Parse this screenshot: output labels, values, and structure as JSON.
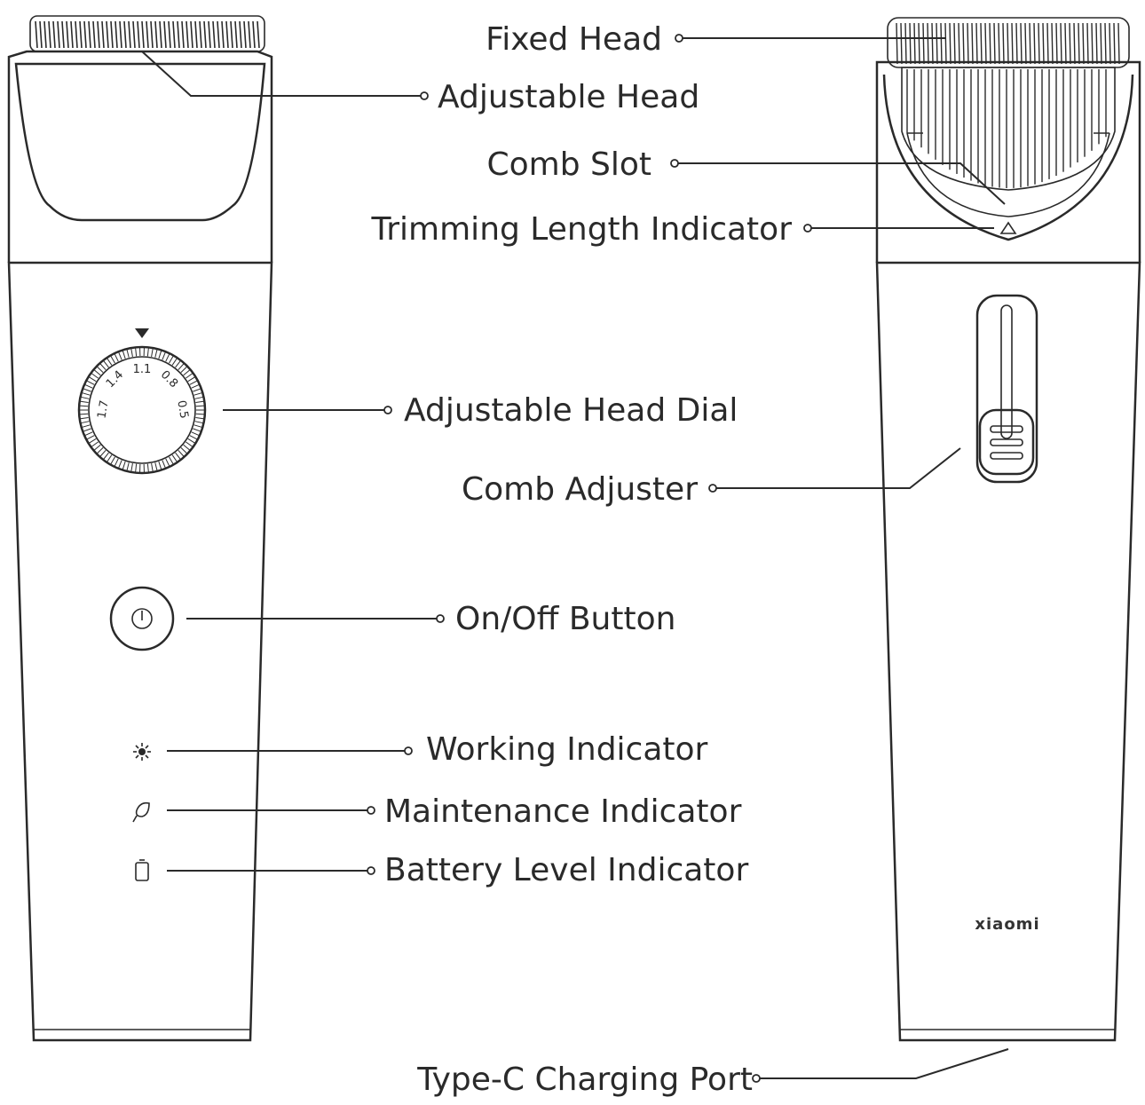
{
  "labels": {
    "fixed_head": "Fixed Head",
    "adjustable_head": "Adjustable Head",
    "comb_slot": "Comb Slot",
    "trimming_length_indicator": "Trimming Length Indicator",
    "adjustable_head_dial": "Adjustable Head Dial",
    "comb_adjuster": "Comb Adjuster",
    "on_off_button": "On/Off Button",
    "working_indicator": "Working Indicator",
    "maintenance_indicator": "Maintenance Indicator",
    "battery_level_indicator": "Battery Level Indicator",
    "type_c_charging_port": "Type-C Charging Port"
  },
  "dial_markings": [
    "1.7",
    "1.4",
    "1.1",
    "0.8",
    "0.5"
  ],
  "brand": "xiaomi",
  "icons": {
    "dial_pointer": "triangle-down-icon",
    "power": "power-icon",
    "working": "sun-icon",
    "maintenance": "oil-drop-icon",
    "battery": "battery-icon",
    "length_marker": "triangle-up-icon"
  },
  "colors": {
    "line": "#2a2a2a",
    "background": "#ffffff"
  }
}
